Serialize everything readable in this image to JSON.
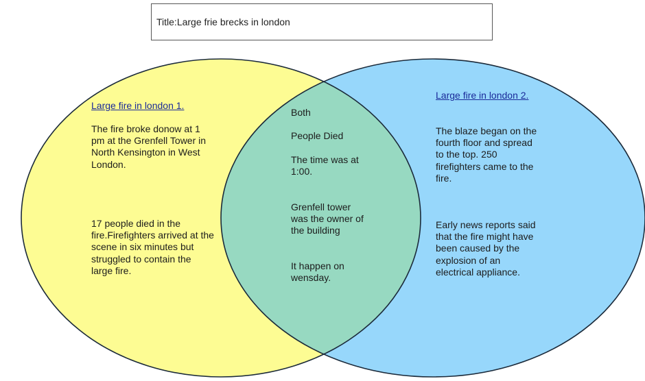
{
  "title": "Title:Large frie brecks in london",
  "colors": {
    "left_fill": "#fdfc93",
    "right_fill": "#97d7fb",
    "overlap_fill": "#97d9c1",
    "outline": "#1b2a3a",
    "link": "#1a2a99"
  },
  "left": {
    "heading": "Large fire in london 1.",
    "p1": "The fire broke donow at 1 pm at the Grenfell Tower in North Kensington in West London.",
    "p2": "17 people died  in the fire.Firefighters arrived at the scene in six minutes but struggled to contain the large fire."
  },
  "middle": {
    "both": "Both",
    "p1": "People Died",
    "p2": "The time was at 1:00.",
    "p3": "Grenfell tower was the owner of the building",
    "p4": "It happen on wensday."
  },
  "right": {
    "heading": "Large fire in london 2.",
    "p1": "The blaze began on the fourth floor and spread to the top. 250 firefighters came to the fire.",
    "p2": "Early news reports said that the fire might have been caused by the explosion of an electrical appliance."
  }
}
